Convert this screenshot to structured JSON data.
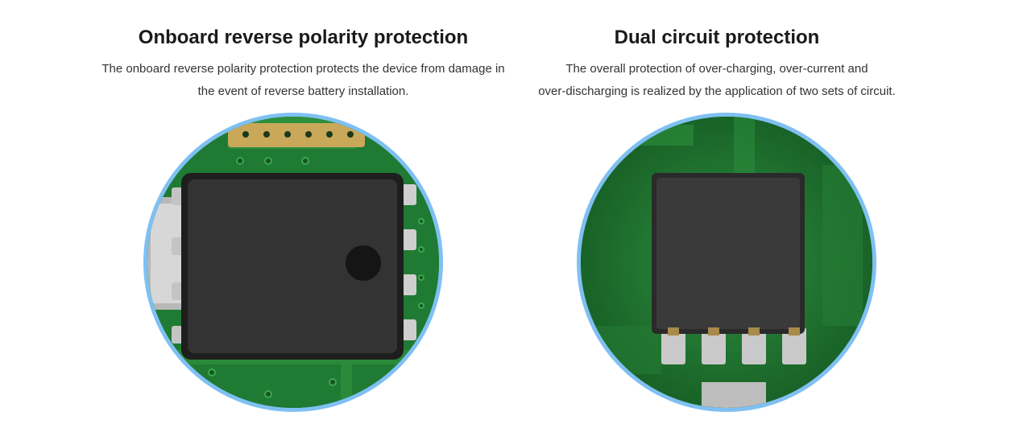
{
  "features": [
    {
      "title": "Onboard reverse polarity protection",
      "description_line1": "The onboard reverse polarity protection protects the device from damage in",
      "description_line2": "the event of reverse battery installation."
    },
    {
      "title": "Dual circuit protection",
      "description_line1": "The overall protection of over-charging, over-current and",
      "description_line2": "over-discharging is realized by the application of two sets of circuit."
    }
  ],
  "colors": {
    "ring": "#7fc0f2",
    "pcb_green": "#1f7a33",
    "chip_black": "#2a2a2a"
  }
}
